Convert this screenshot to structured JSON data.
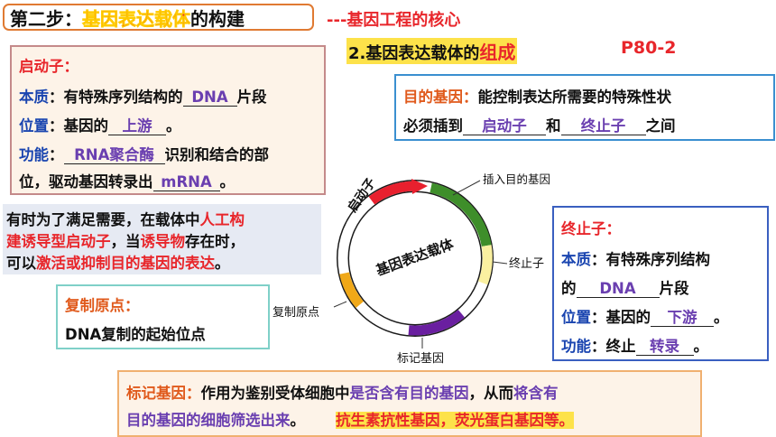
{
  "title": {
    "step": "第二步：",
    "highlight": "基因表达载体",
    "rest": "的构建",
    "core_prefix": "---",
    "core": "基因工程的核心"
  },
  "subtitle": {
    "prefix": "2.基因表达载体的",
    "highlight": "组成",
    "page_ref": "P80-2"
  },
  "promoter": {
    "heading": "启动子：",
    "nature_label": "本质",
    "nature_pre": "：有特殊序列结构的",
    "nature_ans": "DNA",
    "nature_post": "片段",
    "position_label": "位置",
    "position_pre": "：基因的",
    "position_ans": "上游",
    "position_post": "。",
    "function_label": "功能",
    "function_pre": "：",
    "function_ans": "RNA聚合酶",
    "function_post": "识别和结合的部",
    "function_line2_pre": "位，驱动基因转录出",
    "function_line2_ans": "mRNA",
    "function_line2_post": "。"
  },
  "target_gene": {
    "label": "目的基因：",
    "line1": "能控制表达所需要的特殊性状",
    "line2_pre": "必须插到",
    "ans1": "启动子",
    "mid": "和",
    "ans2": "终止子",
    "line2_post": "之间"
  },
  "terminator": {
    "heading": "终止子：",
    "nature_label": "本质",
    "nature_text": "：有特殊序列结构",
    "nature_line2_pre": "的",
    "nature_ans": "DNA",
    "nature_line2_post": "片段",
    "position_label": "位置",
    "position_pre": "：基因的",
    "position_ans": "下游",
    "position_post": "。",
    "function_label": "功能",
    "function_pre": "：终止",
    "function_ans": "转录",
    "function_post": "。"
  },
  "note": {
    "p1": "有时为了满足需要，在载体中",
    "r1": "人工构",
    "r2": "建诱导型启动子",
    "p2": "，当",
    "r3": "诱导物",
    "p3": "存在时，",
    "p4": "可以",
    "r4": "激活或抑制目的基因的表达",
    "p5": "。"
  },
  "origin": {
    "label": "复制原点：",
    "text": "DNA复制的起始位点"
  },
  "marker": {
    "label": "标记基因：",
    "p1": "作用为鉴别受体细胞中",
    "purple1": "是否含有目的基因",
    "p2": "，从而",
    "purple2": "将含有",
    "purple3": "目的基因的细胞筛选出来",
    "p3": "。",
    "examples": "抗生素抗性基因，荧光蛋白基因等。"
  },
  "diagram": {
    "center_label": "基因表达载体",
    "promoter_label": "启动子",
    "insert_label": "插入目的基因",
    "terminator_label": "终止子",
    "origin_label": "复制原点",
    "marker_label": "标记基因"
  }
}
